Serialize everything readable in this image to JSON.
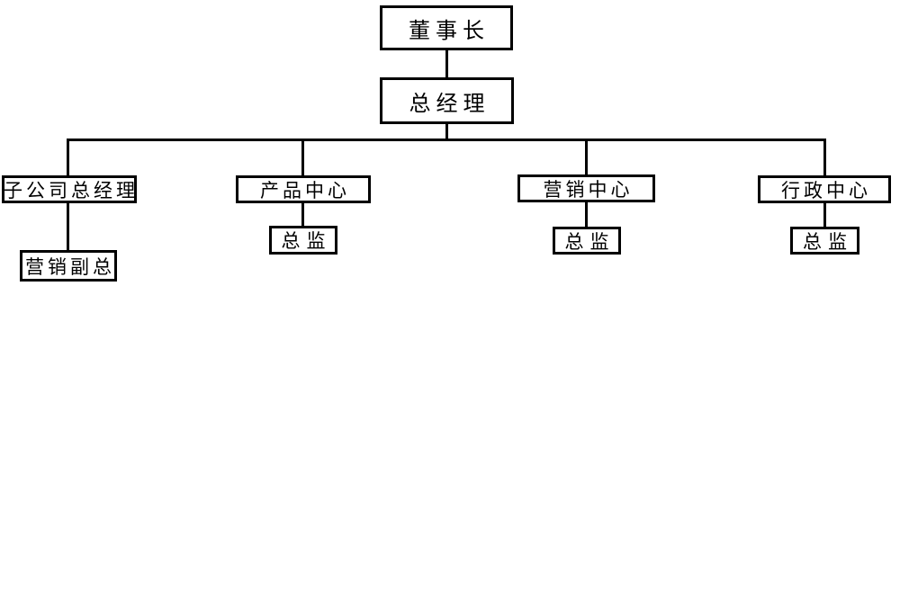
{
  "diagram": {
    "type": "org-chart",
    "colors": {
      "line": "#000000",
      "box_border": "#000000",
      "box_background": "#ffffff",
      "text": "#000000",
      "page_background": "#ffffff"
    },
    "nodes": [
      {
        "id": "chairman",
        "label": "董事长",
        "reports_to": null
      },
      {
        "id": "general-manager",
        "label": "总经理",
        "reports_to": "chairman"
      },
      {
        "id": "subsidiary-gm",
        "label": "子公司总经理",
        "reports_to": "general-manager"
      },
      {
        "id": "product-center",
        "label": "产品中心",
        "reports_to": "general-manager"
      },
      {
        "id": "marketing-center",
        "label": "营销中心",
        "reports_to": "general-manager"
      },
      {
        "id": "admin-center",
        "label": "行政中心",
        "reports_to": "general-manager"
      },
      {
        "id": "marketing-vp",
        "label": "营销副总",
        "reports_to": "subsidiary-gm"
      },
      {
        "id": "product-director",
        "label": "总监",
        "reports_to": "product-center"
      },
      {
        "id": "marketing-director",
        "label": "总监",
        "reports_to": "marketing-center"
      },
      {
        "id": "admin-director",
        "label": "总监",
        "reports_to": "admin-center"
      }
    ]
  }
}
